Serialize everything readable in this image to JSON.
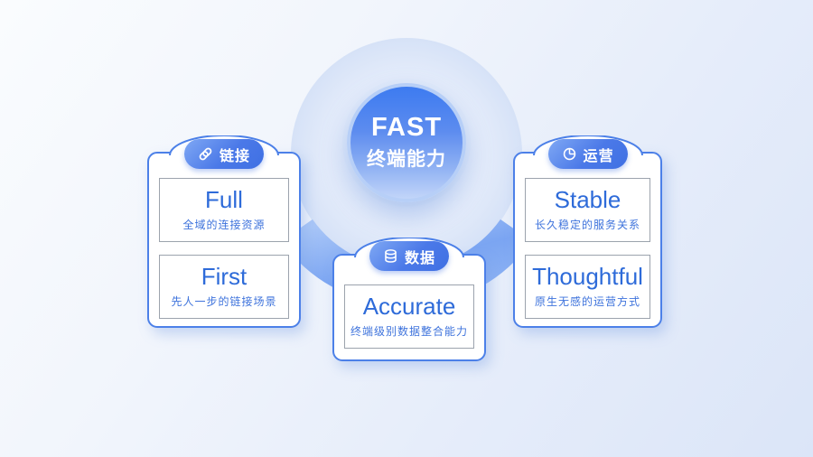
{
  "diagram": {
    "center": {
      "title": "FAST",
      "subtitle": "终端能力"
    },
    "cards": [
      {
        "badge": "链接",
        "icon": "link-icon",
        "items": [
          {
            "title": "Full",
            "desc": "全域的连接资源"
          },
          {
            "title": "First",
            "desc": "先人一步的链接场景"
          }
        ]
      },
      {
        "badge": "数据",
        "icon": "database-icon",
        "items": [
          {
            "title": "Accurate",
            "desc": "终端级别数据整合能力"
          }
        ]
      },
      {
        "badge": "运营",
        "icon": "pie-chart-icon",
        "items": [
          {
            "title": "Stable",
            "desc": "长久稳定的服务关系"
          },
          {
            "title": "Thoughtful",
            "desc": "原生无感的运营方式"
          }
        ]
      }
    ]
  },
  "colors": {
    "accent_blue": "#3E7CF0",
    "card_border": "#4C80E8",
    "title_text": "#2E6BD9",
    "desc_text": "#3E73DC",
    "band_blue": "#84ABF3",
    "halo_blue": "#E2EAFA",
    "pill_gradient_start": "#7FA8F4",
    "pill_gradient_end": "#3F70E3",
    "background_start": "#FAFCFE",
    "background_end": "#DBE5F8"
  }
}
